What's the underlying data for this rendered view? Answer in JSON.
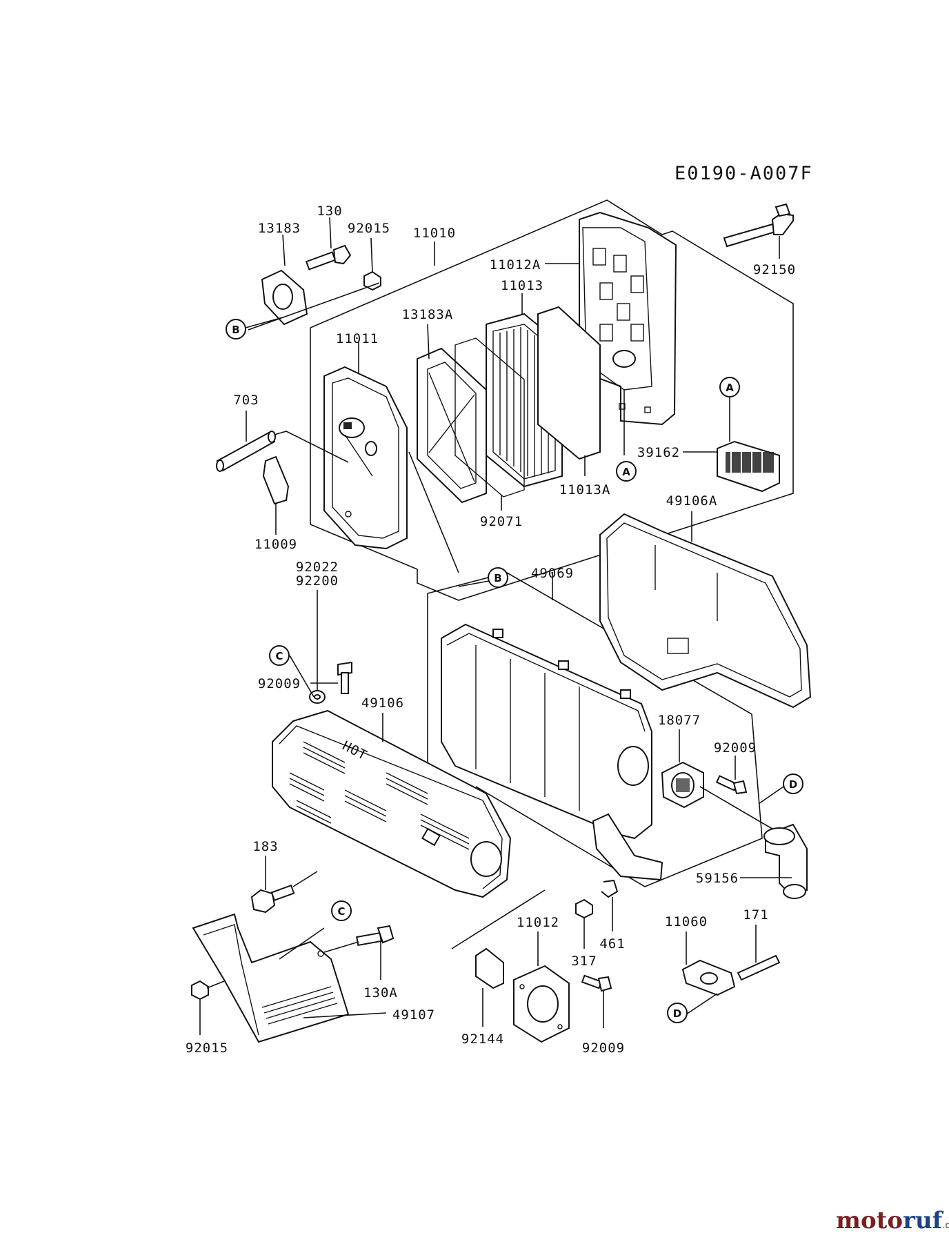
{
  "diagram_code": "E0190-A007F",
  "parts": [
    {
      "key": "p130",
      "label": "130"
    },
    {
      "key": "p13183",
      "label": "13183"
    },
    {
      "key": "p92015a",
      "label": "92015"
    },
    {
      "key": "p11010",
      "label": "11010"
    },
    {
      "key": "p11012A",
      "label": "11012A"
    },
    {
      "key": "p92150",
      "label": "92150"
    },
    {
      "key": "p11013",
      "label": "11013"
    },
    {
      "key": "p13183A",
      "label": "13183A"
    },
    {
      "key": "p11011",
      "label": "11011"
    },
    {
      "key": "p703",
      "label": "703"
    },
    {
      "key": "p39162",
      "label": "39162"
    },
    {
      "key": "p11013A",
      "label": "11013A"
    },
    {
      "key": "p92071",
      "label": "92071"
    },
    {
      "key": "p11009",
      "label": "11009"
    },
    {
      "key": "p49106A",
      "label": "49106A"
    },
    {
      "key": "p92022",
      "label": "92022"
    },
    {
      "key": "p92200",
      "label": "92200"
    },
    {
      "key": "p49069",
      "label": "49069"
    },
    {
      "key": "p92009a",
      "label": "92009"
    },
    {
      "key": "p49106",
      "label": "49106"
    },
    {
      "key": "p18077",
      "label": "18077"
    },
    {
      "key": "p92009b",
      "label": "92009"
    },
    {
      "key": "p183",
      "label": "183"
    },
    {
      "key": "p59156",
      "label": "59156"
    },
    {
      "key": "p11012",
      "label": "11012"
    },
    {
      "key": "p11060",
      "label": "11060"
    },
    {
      "key": "p171",
      "label": "171"
    },
    {
      "key": "p461",
      "label": "461"
    },
    {
      "key": "p317",
      "label": "317"
    },
    {
      "key": "p130A",
      "label": "130A"
    },
    {
      "key": "p49107",
      "label": "49107"
    },
    {
      "key": "p92144",
      "label": "92144"
    },
    {
      "key": "p92009c",
      "label": "92009"
    },
    {
      "key": "p92015b",
      "label": "92015"
    }
  ],
  "refs": {
    "A": "A",
    "B": "B",
    "C": "C",
    "D": "D"
  },
  "stamp": {
    "text": "HOT"
  },
  "watermark": {
    "part1": "moto",
    "part2": "ruf",
    "suffix": ".de"
  }
}
